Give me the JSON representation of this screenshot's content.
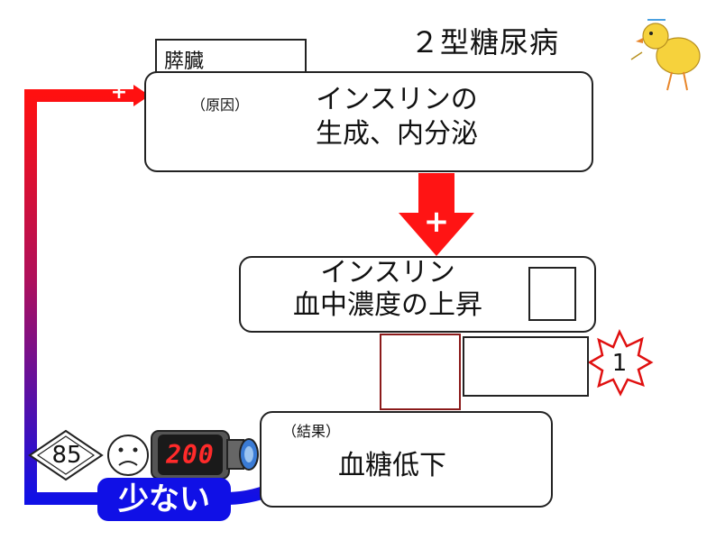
{
  "title": "２型糖尿病",
  "organ_label": "膵臓",
  "cause_box": {
    "tag": "（原因）",
    "line1": "インスリンの",
    "line2": "生成、内分泌"
  },
  "level_box": {
    "line1": "インスリン",
    "line2": "血中濃度の上昇"
  },
  "result_box": {
    "tag": "（結果）",
    "text": "血糖低下"
  },
  "badges": {
    "star_number": "1",
    "diamond_number": "85",
    "meter_value": "200",
    "low_label": "少ない"
  },
  "connectors": {
    "feedback_sign": "+",
    "down_arrow_sign": "+"
  },
  "colors": {
    "red": "#ff1414",
    "blue": "#1010e0",
    "arrow_outline_red": "#d02020",
    "arrow_outline_blue": "#2020c0"
  },
  "icons": [
    "chick-drawing-icon",
    "up-arrow-outline-icon",
    "down-arrow-outline-icon",
    "sad-face-icon",
    "camera-icon",
    "explosion-star-icon",
    "diamond-sign-icon"
  ]
}
